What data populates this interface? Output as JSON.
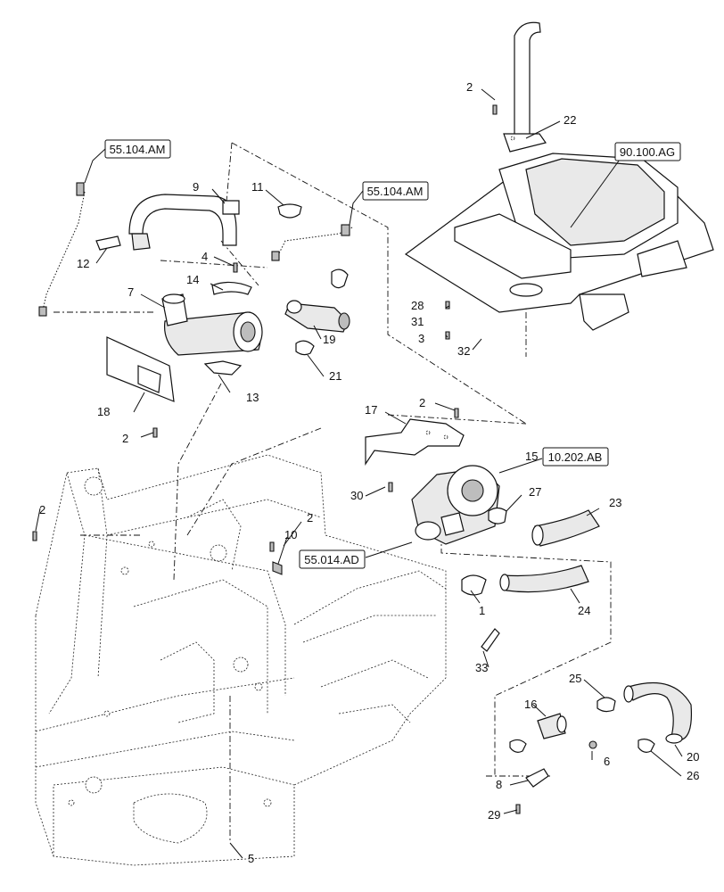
{
  "callouts": [
    "1",
    "2",
    "3",
    "4",
    "5",
    "6",
    "7",
    "8",
    "9",
    "10",
    "11",
    "12",
    "13",
    "14",
    "15",
    "16",
    "17",
    "18",
    "19",
    "20",
    "21",
    "22",
    "23",
    "24",
    "25",
    "26",
    "27",
    "28",
    "29",
    "30",
    "31",
    "32",
    "33"
  ],
  "duplicate_callout_2": "2",
  "references": {
    "ref_55_104_am_left": "55.104.AM",
    "ref_55_104_am_mid": "55.104.AM",
    "ref_90_100_ag": "90.100.AG",
    "ref_10_202_ab": "10.202.AB",
    "ref_55_014_ad": "55.014.AD"
  }
}
